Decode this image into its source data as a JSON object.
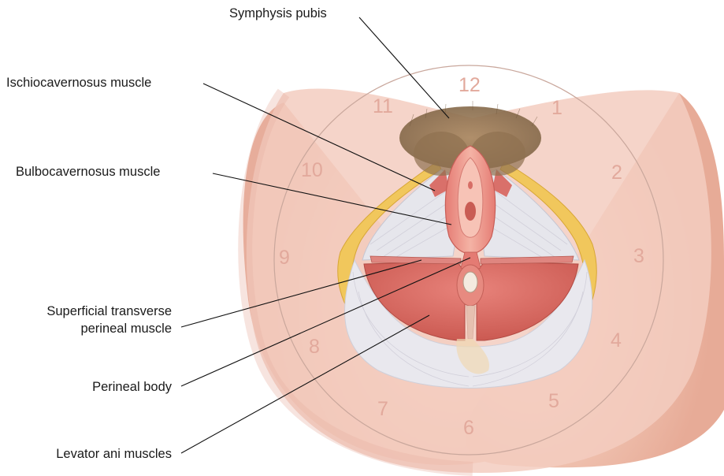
{
  "labels": {
    "symphysis_pubis": "Symphysis pubis",
    "ischiocavernosus": "Ischiocavernosus muscle",
    "bulbocavernosus": "Bulbocavernosus muscle",
    "superficial_transverse_1": "Superficial transverse",
    "superficial_transverse_2": "perineal muscle",
    "perineal_body": "Perineal body",
    "levator_ani": "Levator ani muscles"
  },
  "clock": {
    "n12": "12",
    "n1": "1",
    "n2": "2",
    "n3": "3",
    "n4": "4",
    "n5": "5",
    "n6": "6",
    "n7": "7",
    "n8": "8",
    "n9": "9",
    "n10": "10",
    "n11": "11"
  },
  "colors": {
    "skin": "#f3cfc0",
    "muscle": "#d9706a",
    "fascia": "#e8e6ea",
    "fat": "#f0c65a",
    "hair": "#9a7a55",
    "clock_numbers": "#e2a99c",
    "clock_circle": "#c9a79c"
  }
}
